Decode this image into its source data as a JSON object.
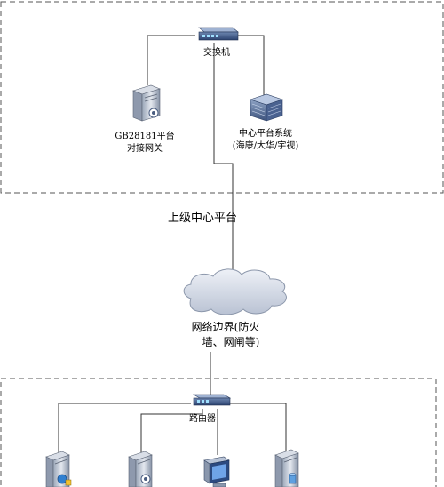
{
  "upper_zone": {
    "title": "上级中心平台",
    "switch_label": "交换机",
    "gateway_label_line1": "GB28181平台",
    "gateway_label_line2": "对接网关",
    "central_label_line1": "中心平台系统",
    "central_label_line2": "(海康/大华/宇视)"
  },
  "boundary": {
    "label_line1": "网络边界(防火",
    "label_line2": "墙、网闸等)"
  },
  "lower_zone": {
    "router_label": "路由器"
  }
}
